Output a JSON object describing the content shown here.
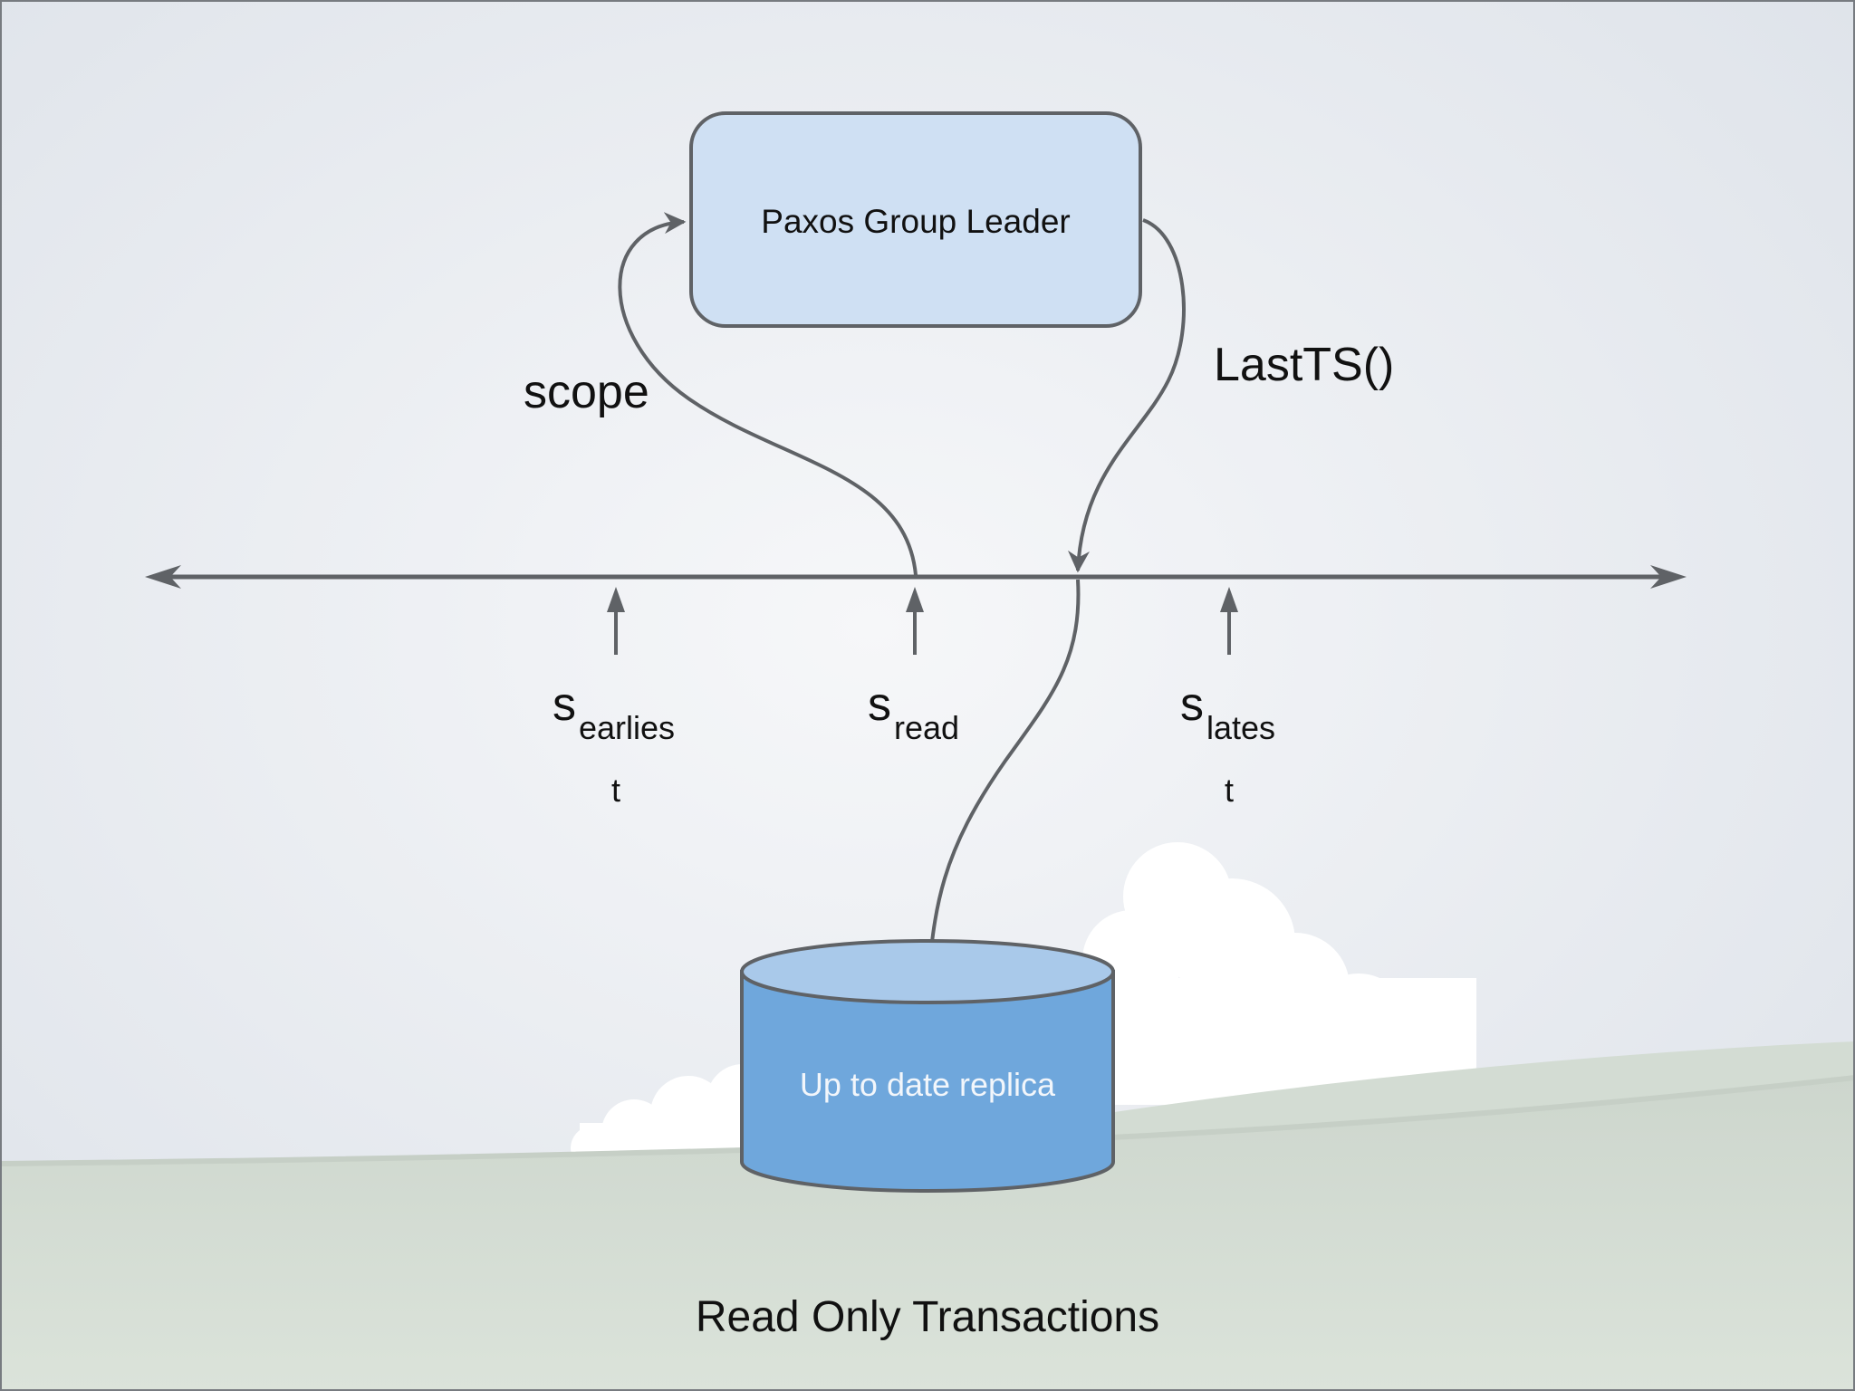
{
  "leader": {
    "label": "Paxos Group Leader"
  },
  "replica": {
    "label": "Up to date replica"
  },
  "edges": {
    "scope": "scope",
    "last_ts": "LastTS()"
  },
  "timeline": {
    "earliest": {
      "base": "s",
      "sub": "earlies",
      "wrap": "t"
    },
    "read": {
      "base": "s",
      "sub": "read"
    },
    "latest": {
      "base": "s",
      "sub": "lates",
      "wrap": "t"
    }
  },
  "caption": "Read Only Transactions",
  "colors": {
    "leader_fill": "#cfe0f3",
    "replica_side": "#6fa7dc",
    "replica_top": "#a9c9ea",
    "stroke": "#5f6266",
    "background": "#e9ecf1",
    "hill": "#d4ddd4"
  }
}
